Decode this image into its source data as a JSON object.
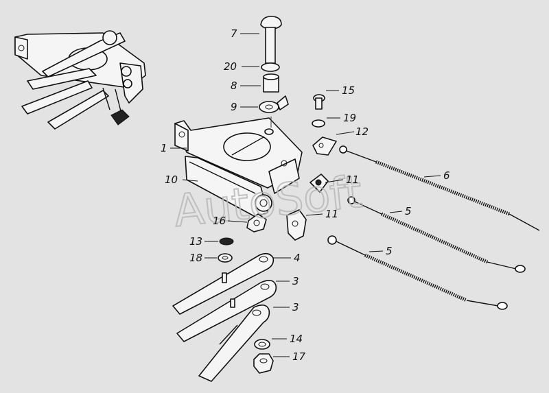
{
  "watermark": "AutoSoft",
  "callouts": {
    "c7": "7",
    "c20": "20",
    "c8": "8",
    "c9": "9",
    "c15": "15",
    "c19": "19",
    "c12": "12",
    "c1": "1",
    "c10": "10",
    "c6": "6",
    "c11a": "11",
    "c11b": "11",
    "c5a": "5",
    "c5b": "5",
    "c16": "16",
    "c13": "13",
    "c18": "18",
    "c4": "4",
    "c3a": "3",
    "c3b": "3",
    "c14": "14",
    "c17": "17"
  },
  "colors": {
    "background": "#e3e3e3",
    "ink": "#111111",
    "watermark": "#b8b8b8"
  }
}
